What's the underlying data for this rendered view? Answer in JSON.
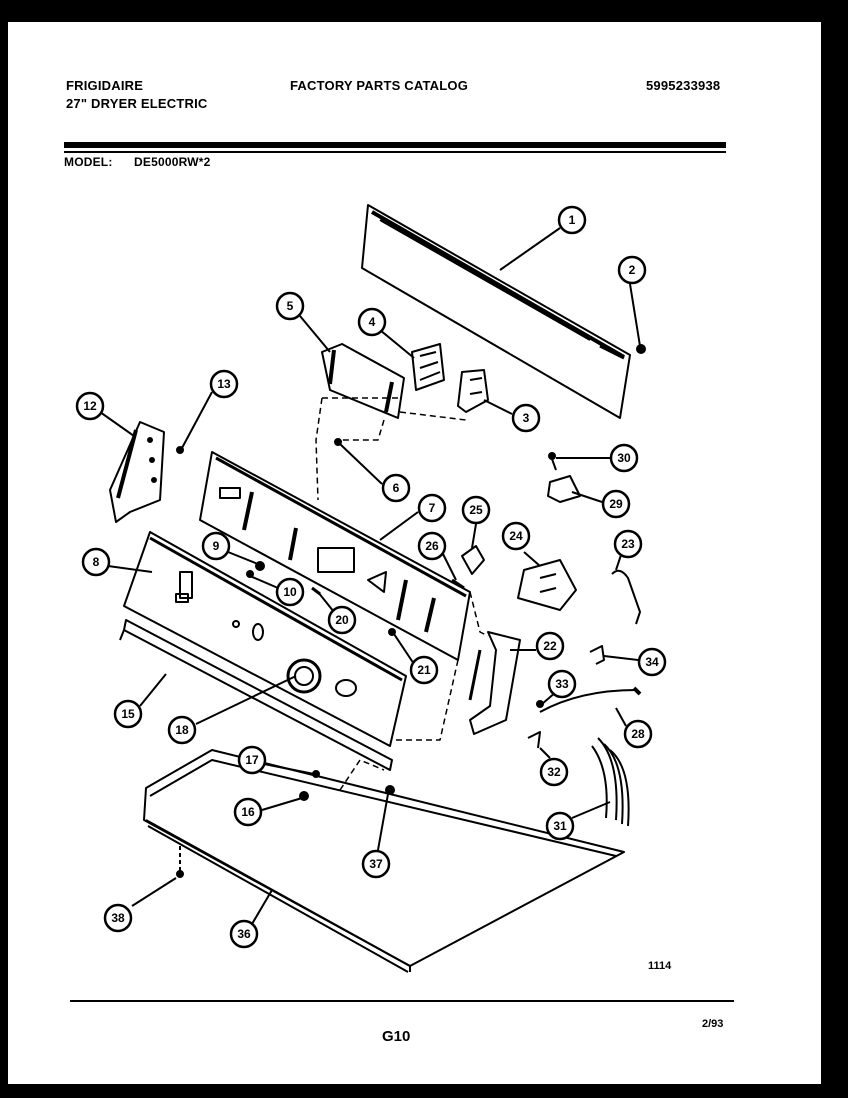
{
  "header": {
    "brand": "FRIGIDAIRE",
    "product": "27\" DRYER ELECTRIC",
    "catalog_title": "FACTORY PARTS CATALOG",
    "catalog_number": "5995233938",
    "model_label": "MODEL:",
    "model_value": "DE5000RW*2"
  },
  "callouts": [
    "1",
    "2",
    "3",
    "4",
    "5",
    "6",
    "7",
    "8",
    "9",
    "10",
    "12",
    "13",
    "15",
    "16",
    "17",
    "18",
    "20",
    "21",
    "22",
    "23",
    "24",
    "25",
    "26",
    "28",
    "29",
    "30",
    "31",
    "32",
    "33",
    "34",
    "36",
    "37",
    "38"
  ],
  "footer": {
    "figure_id": "1114",
    "page_code": "G10",
    "date": "2/93"
  }
}
